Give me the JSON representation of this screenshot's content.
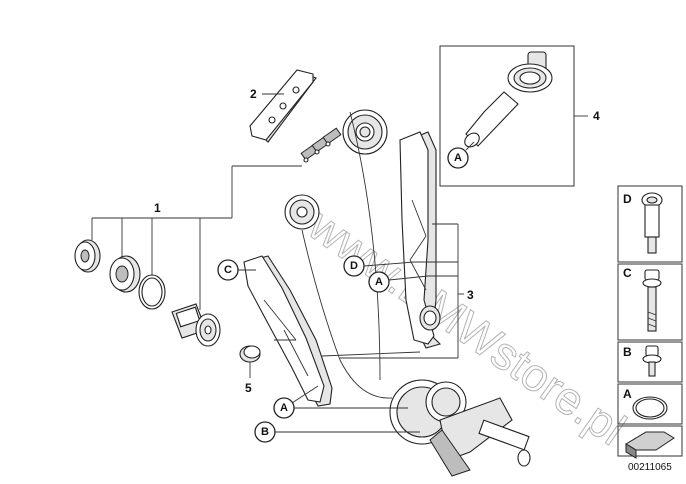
{
  "watermark": "www.BMWstore.pl",
  "drawing_number": "00211065",
  "part_numbers": {
    "p1": "1",
    "p2": "2",
    "p3": "3",
    "p4": "4",
    "p5": "5"
  },
  "callouts": {
    "a": "A",
    "b": "B",
    "c": "C",
    "d": "D"
  },
  "legend": [
    {
      "letter": "D",
      "part": "bolt-with-collar"
    },
    {
      "letter": "C",
      "part": "long-bolt"
    },
    {
      "letter": "B",
      "part": "hex-bolt-short"
    },
    {
      "letter": "A",
      "part": "sealing-ring"
    }
  ],
  "icons": [
    "arrow-icon"
  ]
}
